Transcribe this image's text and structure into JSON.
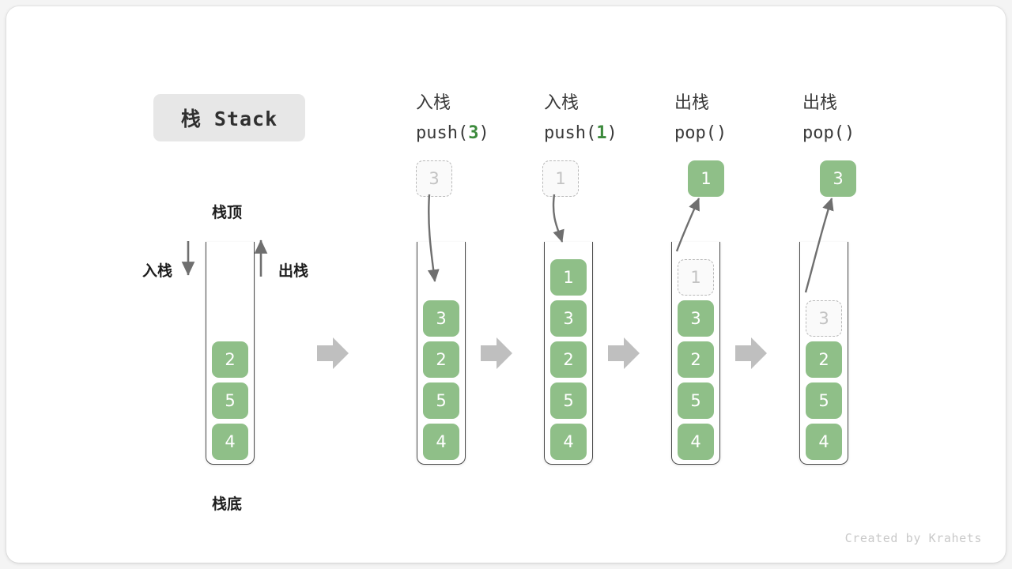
{
  "title_badge": {
    "label": "栈 Stack"
  },
  "left_diagram": {
    "top_label": "栈顶",
    "bottom_label": "栈底",
    "push_label": "入栈",
    "pop_label": "出栈",
    "cells": [
      "2",
      "5",
      "4"
    ]
  },
  "columns": [
    {
      "id": "push-3",
      "heading_cn": "入栈",
      "code_prefix": "push(",
      "code_arg": "3",
      "code_suffix": ")",
      "op": "push",
      "floating": {
        "value": "3",
        "style": "ghost"
      },
      "stack_cells": [
        {
          "value": "3",
          "style": "filled"
        },
        {
          "value": "2",
          "style": "filled"
        },
        {
          "value": "5",
          "style": "filled"
        },
        {
          "value": "4",
          "style": "filled"
        }
      ]
    },
    {
      "id": "push-1",
      "heading_cn": "入栈",
      "code_prefix": "push(",
      "code_arg": "1",
      "code_suffix": ")",
      "op": "push",
      "floating": {
        "value": "1",
        "style": "ghost"
      },
      "stack_cells": [
        {
          "value": "1",
          "style": "filled"
        },
        {
          "value": "3",
          "style": "filled"
        },
        {
          "value": "2",
          "style": "filled"
        },
        {
          "value": "5",
          "style": "filled"
        },
        {
          "value": "4",
          "style": "filled"
        }
      ]
    },
    {
      "id": "pop-1",
      "heading_cn": "出栈",
      "code_prefix": "pop(",
      "code_arg": "",
      "code_suffix": ")",
      "op": "pop",
      "floating": {
        "value": "1",
        "style": "filled"
      },
      "stack_cells": [
        {
          "value": "1",
          "style": "ghost"
        },
        {
          "value": "3",
          "style": "filled"
        },
        {
          "value": "2",
          "style": "filled"
        },
        {
          "value": "5",
          "style": "filled"
        },
        {
          "value": "4",
          "style": "filled"
        }
      ]
    },
    {
      "id": "pop-3",
      "heading_cn": "出栈",
      "code_prefix": "pop(",
      "code_arg": "",
      "code_suffix": ")",
      "op": "pop",
      "floating": {
        "value": "3",
        "style": "filled"
      },
      "stack_cells": [
        {
          "value": "3",
          "style": "ghost"
        },
        {
          "value": "2",
          "style": "filled"
        },
        {
          "value": "5",
          "style": "filled"
        },
        {
          "value": "4",
          "style": "filled"
        }
      ]
    }
  ],
  "separators": [
    "→",
    "→",
    "→",
    "→"
  ],
  "footer": {
    "credit": "Created by Krahets"
  },
  "colors": {
    "cell_fill": "#8fbf88",
    "cell_text": "#ffffff",
    "ghost_border": "#b9b9b9",
    "ghost_text": "#c3c3c3",
    "arrow": "#6f6f6f",
    "separator": "#bfbfbf",
    "badge_bg": "#e7e7e7",
    "accent_green": "#3c8a3c"
  }
}
